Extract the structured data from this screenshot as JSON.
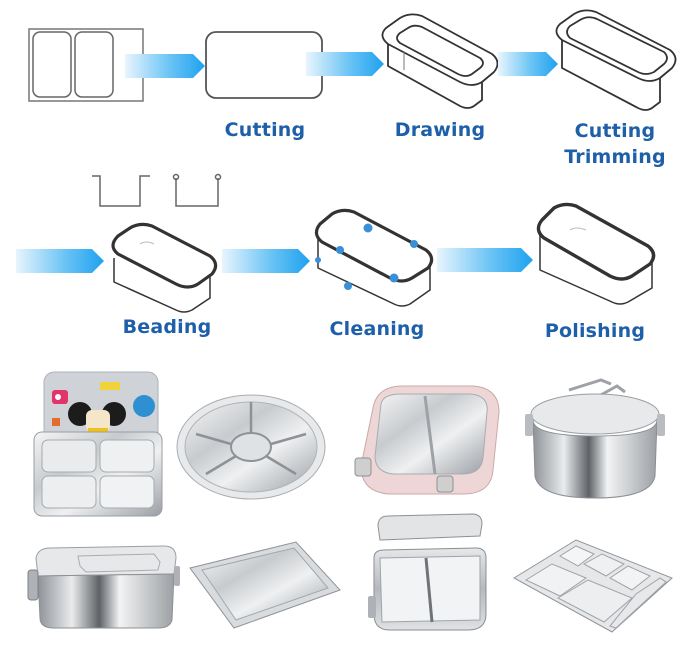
{
  "process": {
    "title_row1": [
      "Cutting",
      "Drawing",
      "Cutting Trimming"
    ],
    "steps": [
      {
        "id": "blank",
        "label": ""
      },
      {
        "id": "cutting",
        "label": "Cutting"
      },
      {
        "id": "drawing",
        "label": "Drawing"
      },
      {
        "id": "trimming",
        "label_line1": "Cutting",
        "label_line2": "Trimming"
      },
      {
        "id": "beading",
        "label": "Beading"
      },
      {
        "id": "cleaning",
        "label": "Cleaning"
      },
      {
        "id": "polishing",
        "label": "Polishing"
      }
    ],
    "colors": {
      "label": "#1e5fa9",
      "arrow_start": "#e6f4fd",
      "arrow_end": "#1ea2ef",
      "outline": "#333333",
      "drop": "#3b8fd6"
    }
  },
  "products": [
    {
      "name": "Kids 4-compartment lunch box with cartoon lid"
    },
    {
      "name": "Round 6-compartment plate"
    },
    {
      "name": "Pink 2-compartment lunch box"
    },
    {
      "name": "Round food carrier with handle"
    },
    {
      "name": "Rectangular lunch box with clip lid"
    },
    {
      "name": "Rectangular tray"
    },
    {
      "name": "2-compartment lunch box with open lid"
    },
    {
      "name": "5-compartment mess tray"
    }
  ]
}
